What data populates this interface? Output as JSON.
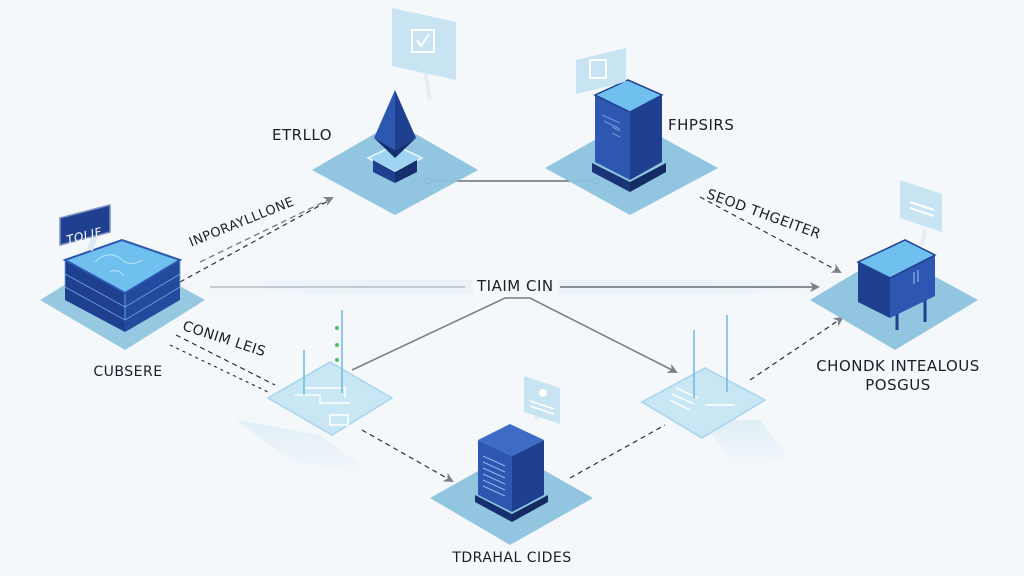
{
  "title": "Network node flow diagram",
  "colors": {
    "background": "#f4f8fb",
    "platform": "#8cc3de",
    "platform_light": "#c9e6f4",
    "node_dark": "#1f3f8f",
    "node_mid": "#2d57b0",
    "node_top": "#6fc0ee",
    "connector": "#7a7f88",
    "text": "#1b1f2a"
  },
  "nodes": [
    {
      "id": "cubsere",
      "label": "CUBSERE",
      "sign": "TOLIF",
      "type": "stacked-server"
    },
    {
      "id": "etrllo",
      "label": "ETRLLO",
      "type": "crystal"
    },
    {
      "id": "fhpsirs",
      "label": "FHPSIRS",
      "type": "tower-server"
    },
    {
      "id": "chondk",
      "label": "CHONDK INTEALOUS",
      "label_line2": "POSGUS",
      "type": "cabinet"
    },
    {
      "id": "tdrahal",
      "label": "TDRAHAL CIDES",
      "type": "tower-server"
    },
    {
      "id": "circuit-left",
      "label": "",
      "type": "circuit-board"
    },
    {
      "id": "circuit-right",
      "label": "",
      "type": "circuit-board"
    }
  ],
  "edges": [
    {
      "from": "cubsere",
      "to": "etrllo",
      "label": "INPORAYLLLONE",
      "style": "dashed"
    },
    {
      "from": "etrllo",
      "to": "fhpsirs",
      "label": "",
      "style": "solid"
    },
    {
      "from": "fhpsirs",
      "to": "chondk",
      "label": "SEOD THGEITER",
      "style": "dashed"
    },
    {
      "from": "cubsere",
      "to": "chondk",
      "label": "TIAIM CIN",
      "style": "solid"
    },
    {
      "from": "cubsere",
      "to": "circuit-left",
      "label": "CONIM LEIS",
      "style": "dashed"
    },
    {
      "from": "circuit-left",
      "to": "circuit-right",
      "label": "",
      "style": "solid"
    },
    {
      "from": "circuit-left",
      "to": "tdrahal",
      "label": "",
      "style": "dashed"
    },
    {
      "from": "tdrahal",
      "to": "circuit-right",
      "label": "",
      "style": "dashed"
    },
    {
      "from": "circuit-right",
      "to": "chondk",
      "label": "",
      "style": "dashed"
    }
  ]
}
